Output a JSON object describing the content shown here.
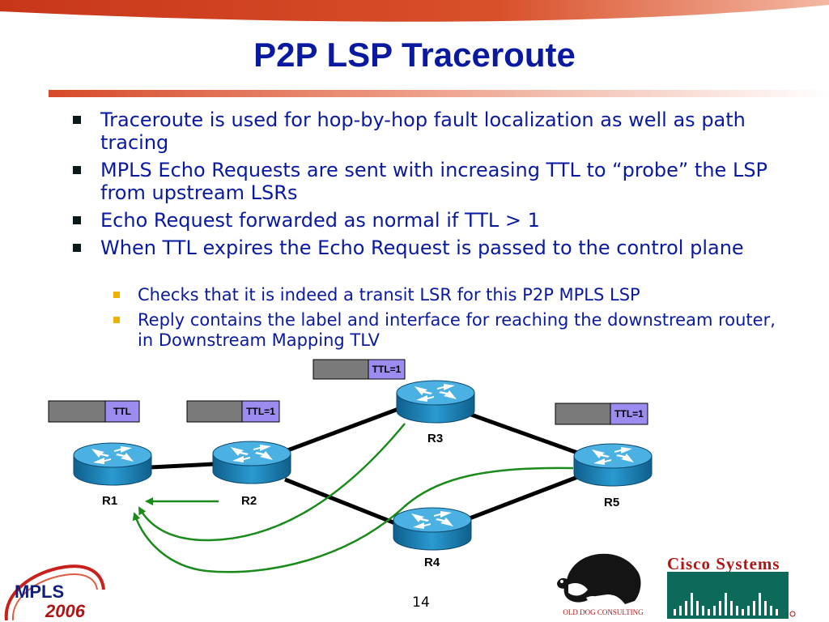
{
  "slide": {
    "title": "P2P LSP Traceroute",
    "page_number": "14"
  },
  "bullets": [
    {
      "level": 1,
      "text": "Traceroute is used for hop-by-hop fault localization as well as path tracing"
    },
    {
      "level": 1,
      "text": "MPLS Echo Requests are sent with increasing TTL to “probe” the LSP from upstream LSRs"
    },
    {
      "level": 1,
      "text": "Echo Request forwarded as normal if TTL > 1"
    },
    {
      "level": 1,
      "text": "When TTL expires the Echo Request is passed to the control plane"
    },
    {
      "level": 2,
      "text": "Checks that it is indeed a transit LSR for this P2P MPLS LSP"
    },
    {
      "level": 2,
      "text": "Reply contains the label and interface for reaching the downstream router, in Downstream Mapping TLV"
    }
  ],
  "diagram": {
    "routers": [
      {
        "id": "r1",
        "label": "R1"
      },
      {
        "id": "r2",
        "label": "R2"
      },
      {
        "id": "r3",
        "label": "R3"
      },
      {
        "id": "r4",
        "label": "R4"
      },
      {
        "id": "r5",
        "label": "R5"
      }
    ],
    "packets": [
      {
        "id": "p1",
        "label": "TTL"
      },
      {
        "id": "p2",
        "label": "TTL=1"
      },
      {
        "id": "p3",
        "label": "TTL=1"
      },
      {
        "id": "p4",
        "label": "TTL=1"
      }
    ],
    "link_color": "#000000",
    "reply_arrow_color": "#1a8a1a",
    "router_color": "#1a82b8",
    "ttl_field_color": "#9d8cf0"
  },
  "logos": {
    "mpls_text": "MPLS",
    "mpls_year": "2006",
    "olddog_text": "OLD DOG CONSULTING",
    "cisco_text": "Cisco Systems",
    "mpls_color": "#10207a",
    "cisco_color": "#b01414"
  }
}
